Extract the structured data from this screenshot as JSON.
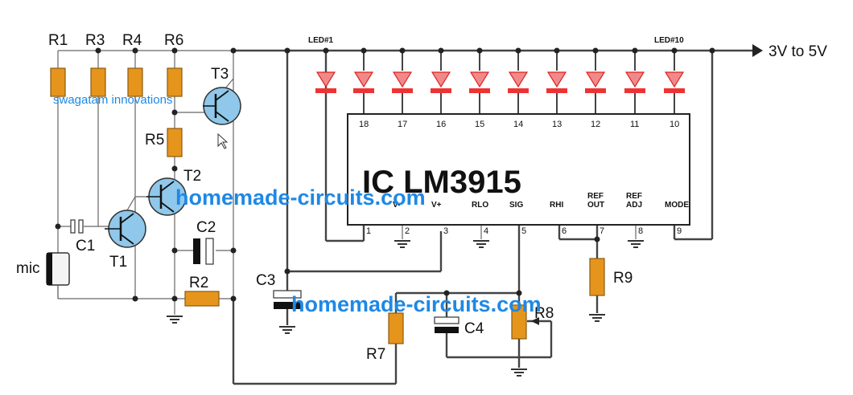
{
  "watermarks": {
    "top": "homemade-circuits.com",
    "bottom": "homemade-circuits.com",
    "author": "swagatam innovations"
  },
  "supply": "3V to 5V",
  "led_labels": {
    "first": "LED#1",
    "last": "LED#10"
  },
  "ic": {
    "title": "IC LM3915",
    "top_pins": [
      "18",
      "17",
      "16",
      "15",
      "14",
      "13",
      "12",
      "11",
      "10"
    ],
    "bottom_pins": [
      {
        "num": "1",
        "name": ""
      },
      {
        "num": "2",
        "name": "V-"
      },
      {
        "num": "3",
        "name": "V+"
      },
      {
        "num": "4",
        "name": "RLO"
      },
      {
        "num": "5",
        "name": "SIG"
      },
      {
        "num": "6",
        "name": "RHI"
      },
      {
        "num": "7",
        "name": "REF OUT"
      },
      {
        "num": "8",
        "name": "REF ADJ"
      },
      {
        "num": "9",
        "name": "MODE"
      }
    ]
  },
  "components": {
    "r1": "R1",
    "r3": "R3",
    "r4": "R4",
    "r6": "R6",
    "r5": "R5",
    "r2": "R2",
    "r7": "R7",
    "r8": "R8",
    "r9": "R9",
    "c1": "C1",
    "c2": "C2",
    "c3": "C3",
    "c4": "C4",
    "t1": "T1",
    "t2": "T2",
    "t3": "T3",
    "mic": "mic"
  },
  "colors": {
    "resistor": "#e6951c",
    "led": "#f08a8a",
    "watermark": "#1e88e5",
    "transistor": "#8fc8ea"
  }
}
